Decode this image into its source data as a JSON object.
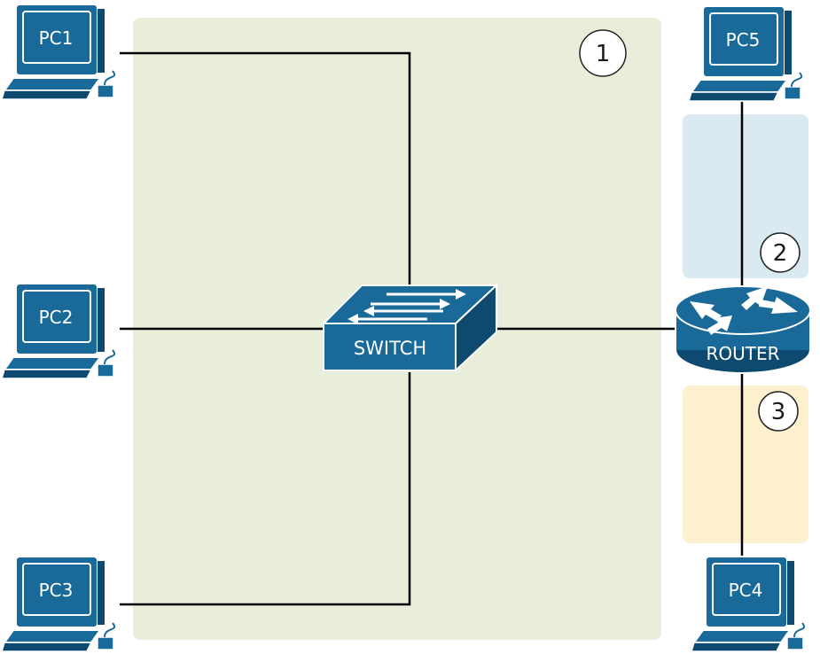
{
  "diagram": {
    "colors": {
      "device_fill": "#1a6a99",
      "device_dark": "#0e4a70",
      "device_stroke": "#ffffff",
      "link": "#000000",
      "zone_1": "#e9eedb",
      "zone_2": "#d9eaf2",
      "zone_3": "#fdf0cf",
      "badge_fill": "#ffffff",
      "badge_stroke": "#222222"
    },
    "zones": [
      {
        "label": "1"
      },
      {
        "label": "2"
      },
      {
        "label": "3"
      }
    ],
    "devices": {
      "pc1": {
        "label": "PC1",
        "icon": "computer-icon"
      },
      "pc2": {
        "label": "PC2",
        "icon": "computer-icon"
      },
      "pc3": {
        "label": "PC3",
        "icon": "computer-icon"
      },
      "pc4": {
        "label": "PC4",
        "icon": "computer-icon"
      },
      "pc5": {
        "label": "PC5",
        "icon": "computer-icon"
      },
      "switch": {
        "label": "SWITCH",
        "icon": "switch-icon"
      },
      "router": {
        "label": "ROUTER",
        "icon": "router-icon"
      }
    }
  }
}
